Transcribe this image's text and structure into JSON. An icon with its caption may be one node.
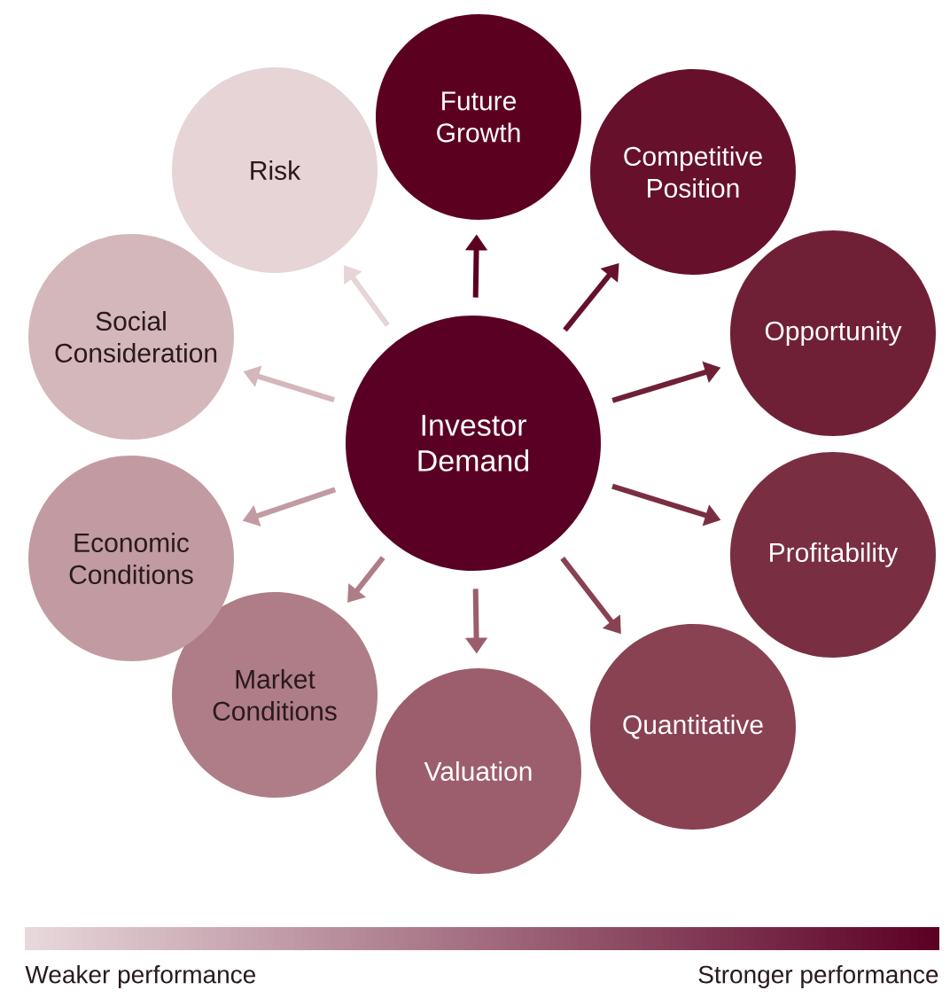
{
  "diagram": {
    "nodes": [
      {
        "text": [
          "Investor Demand"
        ]
      },
      {
        "text": [
          "Future Growth"
        ]
      },
      {
        "text": [
          "Competitive Position"
        ]
      },
      {
        "text": [
          "Opportunity"
        ]
      },
      {
        "text": [
          "Profitability"
        ]
      },
      {
        "text": [
          "Quantitative"
        ]
      },
      {
        "text": [
          "Valuation"
        ]
      },
      {
        "text": [
          "Market Conditions"
        ]
      },
      {
        "text": [
          "Economic Conditions"
        ]
      },
      {
        "text": [
          "Social Consideration"
        ]
      },
      {
        "text": [
          "Risk"
        ]
      }
    ],
    "edges": [
      {
        "from": 0,
        "to": 1,
        "arrow": "to",
        "color": "#5c0020"
      },
      {
        "from": 0,
        "to": 2,
        "arrow": "to",
        "color": "#66102c"
      },
      {
        "from": 0,
        "to": 3,
        "arrow": "to",
        "color": "#702036"
      },
      {
        "from": 0,
        "to": 4,
        "arrow": "to",
        "color": "#7a2e42"
      },
      {
        "from": 0,
        "to": 5,
        "arrow": "to",
        "color": "#884252"
      },
      {
        "from": 0,
        "to": 6,
        "arrow": "to",
        "color": "#9c5e6c"
      },
      {
        "from": 0,
        "to": 7,
        "arrow": "to",
        "color": "#ae7d87"
      },
      {
        "from": 0,
        "to": 8,
        "arrow": "to",
        "color": "#c29ba2"
      },
      {
        "from": 0,
        "to": 9,
        "arrow": "to",
        "color": "#d4b7bb"
      },
      {
        "from": 0,
        "to": 10,
        "arrow": "to",
        "color": "#e6d4d6"
      }
    ],
    "labels": [
      "Weaker performance",
      "Stronger performance"
    ]
  }
}
